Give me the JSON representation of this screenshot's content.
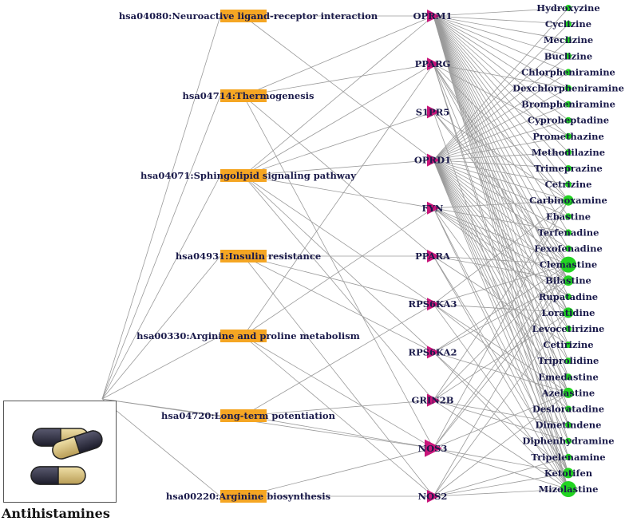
{
  "title": "Antihistamines",
  "colors": {
    "edge": "#9a9a9a",
    "pathway": "#f5a623",
    "target": "#c8157a",
    "drug": "#22d422",
    "text": "#1a1a4a"
  },
  "pathways": [
    "hsa04080:Neuroactive ligand-receptor interaction",
    "hsa04714:Thermogenesis",
    "hsa04071:Sphingolipid signaling pathway",
    "hsa04931:Insulin resistance",
    "hsa00330:Arginine and proline metabolism",
    "hsa04720:Long-term potentiation",
    "hsa00220:Arginine biosynthesis"
  ],
  "targets": [
    "OPRM1",
    "PPARG",
    "S1PR5",
    "OPRD1",
    "FYN",
    "PPARA",
    "RPS6KA3",
    "RPS6KA2",
    "GRIN2B",
    "NOS3",
    "NOS2"
  ],
  "drugs": [
    "Hydroxyzine",
    "Cyclizine",
    "Meclizine",
    "Buclizine",
    "Chlorpheniramine",
    "Dexchlorpheniramine",
    "Brompheniramine",
    "Cyproheptadine",
    "Promethazine",
    "Methodilazine",
    "Trimeprazine",
    "Cetrizine",
    "Carbinoxamine",
    "Ebastine",
    "Terfenadine",
    "Fexofenadine",
    "Clemastine",
    "Bilastine",
    "Rupatadine",
    "Loratidine",
    "Levocetirizine",
    "Cetirizine",
    "Triprolidine",
    "Emedastine",
    "Azelastine",
    "Desloratadine",
    "Dimetindene",
    "Diphenhydramine",
    "Tripelenamine",
    "Ketotifen",
    "Mizolastine"
  ],
  "drug_degree": [
    1,
    1,
    1,
    1,
    1,
    1,
    1,
    1,
    1,
    1,
    1,
    1,
    2,
    1,
    1,
    1,
    3,
    2,
    1,
    2,
    1,
    1,
    1,
    1,
    2,
    1,
    1,
    1,
    1,
    2,
    3
  ],
  "pathway_targets": [
    [
      0,
      3
    ],
    [
      0,
      1,
      5,
      9
    ],
    [
      3,
      6,
      7,
      8,
      1,
      0,
      2,
      4
    ],
    [
      5,
      6,
      7,
      10
    ],
    [
      1,
      9,
      10,
      4
    ],
    [
      8,
      9,
      6
    ],
    [
      10,
      9
    ]
  ],
  "target_drugs": [
    [
      0,
      1,
      2,
      3,
      4,
      5,
      6,
      7,
      8,
      9,
      10,
      11,
      12,
      13,
      14,
      15,
      16,
      17,
      18,
      19,
      20,
      21,
      22,
      23,
      24,
      25,
      26,
      27,
      28,
      29,
      30
    ],
    [
      12,
      16,
      17,
      19,
      24,
      29,
      30,
      5,
      8
    ],
    [
      16,
      17,
      30,
      12
    ],
    [
      0,
      1,
      2,
      3,
      4,
      5,
      6,
      7,
      8,
      9,
      10,
      11,
      12,
      13,
      14,
      15,
      16,
      17,
      18,
      19,
      20,
      21,
      22,
      23,
      24,
      25,
      26,
      27,
      28,
      29,
      30
    ],
    [
      12,
      16,
      17,
      19,
      24,
      29,
      30,
      14,
      18
    ],
    [
      16,
      17,
      29,
      30,
      21
    ],
    [
      16,
      19,
      24,
      30,
      12,
      25
    ],
    [
      16,
      17,
      24,
      29,
      30
    ],
    [
      12,
      16,
      30,
      19,
      26,
      27
    ],
    [
      16,
      17,
      30,
      29,
      24,
      12
    ],
    [
      16,
      19,
      29,
      30,
      24,
      28
    ]
  ]
}
